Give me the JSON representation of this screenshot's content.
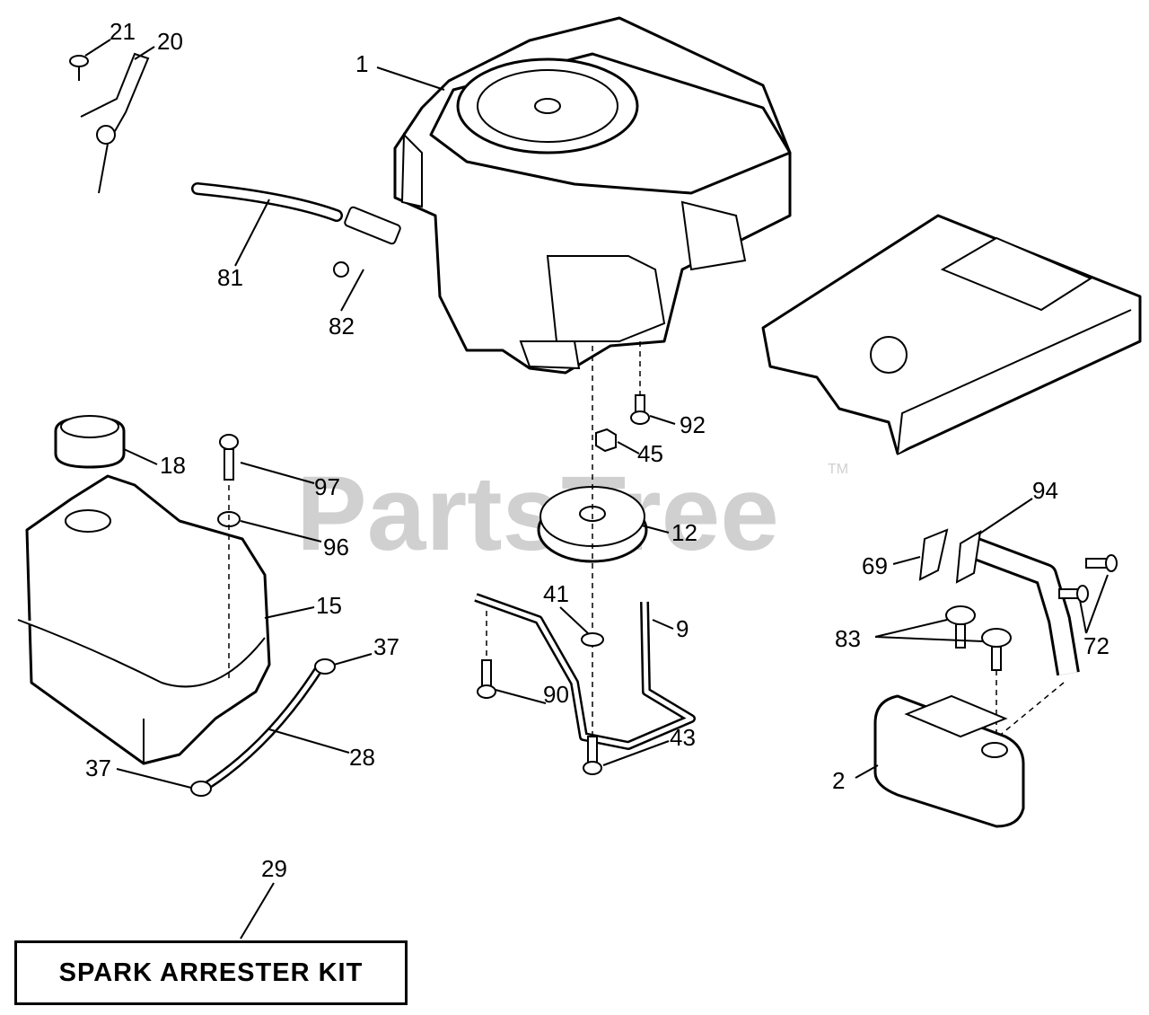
{
  "watermark": {
    "text": "PartsTree",
    "trademark": "TM"
  },
  "kit_label": "SPARK ARRESTER KIT",
  "callouts": {
    "c1": "1",
    "c2": "2",
    "c9": "9",
    "c12": "12",
    "c15": "15",
    "c18": "18",
    "c20": "20",
    "c21": "21",
    "c28": "28",
    "c29": "29",
    "c37a": "37",
    "c37b": "37",
    "c41": "41",
    "c43": "43",
    "c45": "45",
    "c69": "69",
    "c72": "72",
    "c81": "81",
    "c82": "82",
    "c83": "83",
    "c90": "90",
    "c92": "92",
    "c94": "94",
    "c96": "96",
    "c97": "97"
  },
  "colors": {
    "line": "#000000",
    "background": "#ffffff",
    "watermark": "#d0d0d0"
  }
}
